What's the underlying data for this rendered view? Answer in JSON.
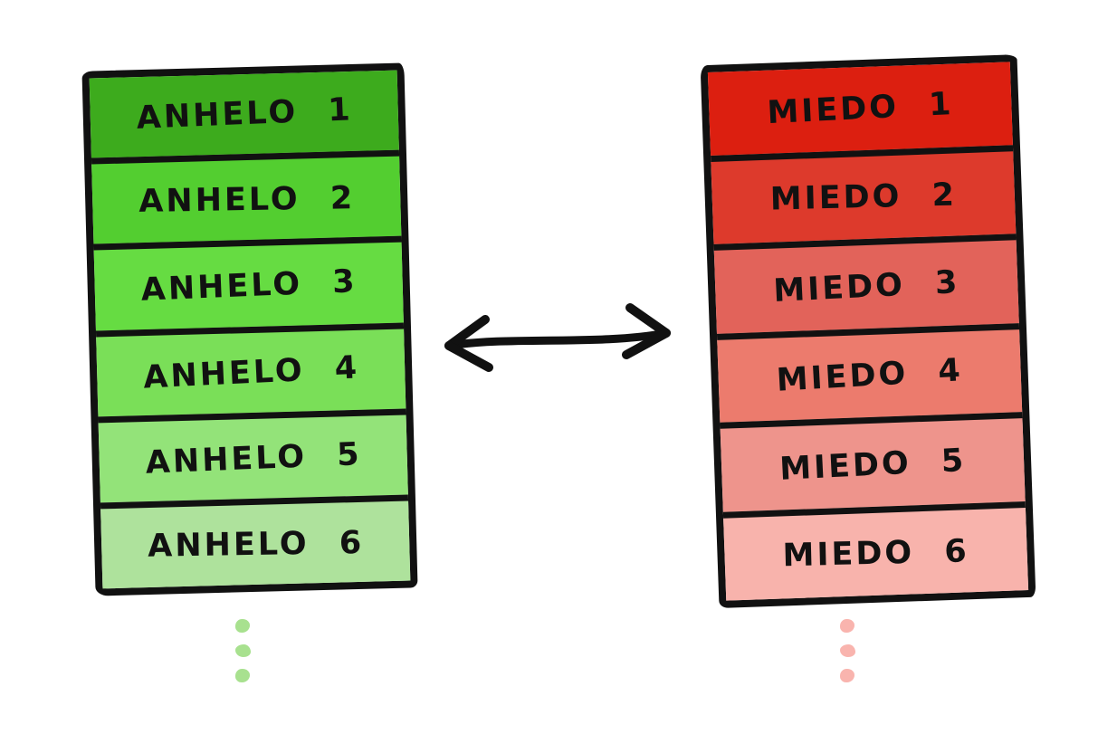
{
  "diagram": {
    "left_stack": {
      "title_semantic": "anhelo-stack",
      "items": [
        {
          "label": "ANHELO 1",
          "color": "#3dab1d"
        },
        {
          "label": "ANHELO 2",
          "color": "#53ce30"
        },
        {
          "label": "ANHELO 3",
          "color": "#66dc42"
        },
        {
          "label": "ANHELO 4",
          "color": "#7adf58"
        },
        {
          "label": "ANHELO 5",
          "color": "#93e379"
        },
        {
          "label": "ANHELO 6",
          "color": "#aee29c"
        }
      ],
      "ellipsis_dot_color": "#a8e18f"
    },
    "right_stack": {
      "title_semantic": "miedo-stack",
      "items": [
        {
          "label": "MIEDO 1",
          "color": "#dc1f10"
        },
        {
          "label": "MIEDO 2",
          "color": "#dd3a2c"
        },
        {
          "label": "MIEDO 3",
          "color": "#e2635a"
        },
        {
          "label": "MIEDO 4",
          "color": "#ec7b6d"
        },
        {
          "label": "MIEDO 5",
          "color": "#ee948c"
        },
        {
          "label": "MIEDO 6",
          "color": "#f8b3ac"
        }
      ],
      "ellipsis_dot_color": "#f9b4ae"
    },
    "arrow": {
      "type": "bidirectional",
      "color": "#111111"
    },
    "outline_color": "#111111",
    "background_color": "#ffffff"
  }
}
